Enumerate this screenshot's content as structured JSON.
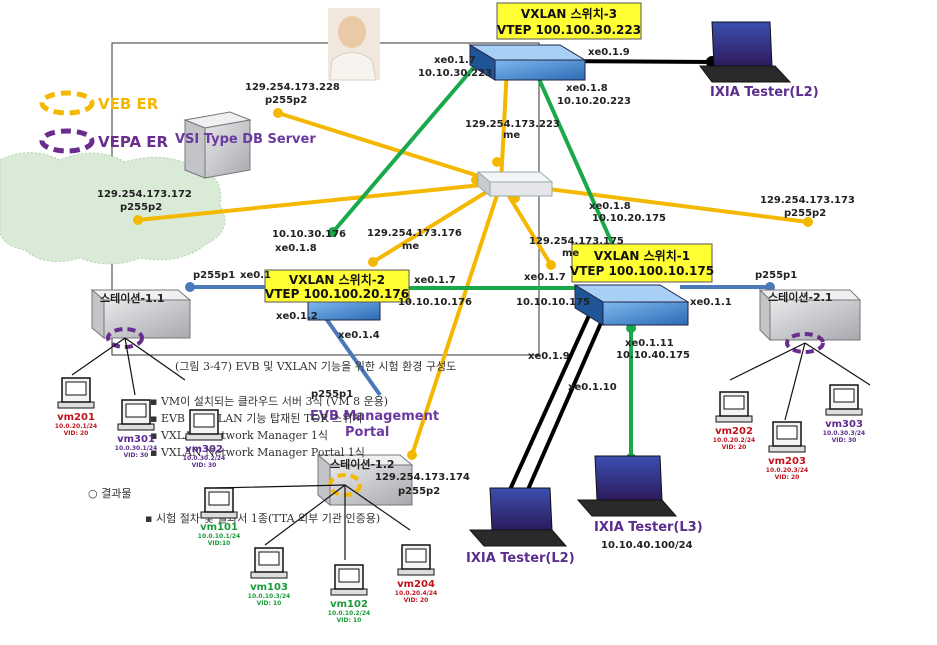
{
  "colors": {
    "veb": "#f5b800",
    "vepa": "#6a2d8e",
    "vxlan": "#19a84a",
    "link": "#4a7ab8",
    "tester_link": "#000000"
  },
  "legend": {
    "veb": "VEB  ER",
    "vepa": "VEPA ER"
  },
  "switches": {
    "sw3": {
      "title": "VXLAN 스위치-3",
      "vtep": "VTEP 100.100.30.223"
    },
    "sw2": {
      "title": "VXLAN 스위치-2",
      "vtep": "VTEP 100.100.20.176"
    },
    "sw1": {
      "title": "VXLAN 스위치-1",
      "vtep": "VTEP 100.100.10.175"
    }
  },
  "servers": {
    "db": "VSI Type DB Server",
    "evb": "EVB Management",
    "evb2": "Portal",
    "st11": "스테이션-1.1",
    "st12": "스테이션-1.2",
    "st21": "스테이션-2.1"
  },
  "testers": {
    "l2_top": "IXIA Tester(L2)",
    "l2_bottom": "IXIA Tester(L2)",
    "l3": "IXIA Tester(L3)",
    "l3_ip": "10.10.40.100/24"
  },
  "labels": {
    "a1": "xe0.1.7",
    "a2": "10.10.30.223",
    "a3": "xe0.1.9",
    "a4": "xe0.1.8",
    "a5": "10.10.20.223",
    "a6": "129.254.173.228",
    "a7": "p255p2",
    "a8": "129.254.173.223",
    "a9": "me",
    "a10": "129.254.173.172",
    "a11": "p255p2",
    "a12": "129.254.173.173",
    "a13": "p255p2",
    "a14": "xe0.1.8",
    "a15": "10.10.20.175",
    "a16": "10.10.30.176",
    "a17": "xe0.1.8",
    "a18": "129.254.173.176",
    "a19": "me",
    "a20": "129.254.173.175",
    "a21": "me",
    "a22": "p255p1",
    "a23": "xe0.1",
    "a24": "xe0.1.7",
    "a25": "10.10.10.176",
    "a26": "xe0.1.7",
    "a27": "10.10.10.175",
    "a28": "xe0.1.1",
    "a29": "p255p1",
    "a30": "xe0.1.2",
    "a31": "xe0.1.4",
    "a32": "xe0.1.11",
    "a33": "10.10.40.175",
    "a34": "xe0.1.9",
    "a35": "xe0.1.10",
    "a36": "p255p1",
    "a37": "129.254.173.174",
    "a38": "p255p2"
  },
  "vms": [
    {
      "name": "vm201",
      "ip": "10.0.20.1/24",
      "vid": "VID: 20"
    },
    {
      "name": "vm301",
      "ip": "10.0.30.1/24",
      "vid": "VID: 30"
    },
    {
      "name": "vm302",
      "ip": "10.0.30.2/24",
      "vid": "VID: 30"
    },
    {
      "name": "vm101",
      "ip": "10.0.10.1/24",
      "vid": "VID:10"
    },
    {
      "name": "vm103",
      "ip": "10.0.10.3/24",
      "vid": "VID: 10"
    },
    {
      "name": "vm102",
      "ip": "10.0.10.2/24",
      "vid": "VID: 10"
    },
    {
      "name": "vm204",
      "ip": "10.0.20.4/24",
      "vid": "VID: 20"
    },
    {
      "name": "vm202",
      "ip": "10.0.20.2/24",
      "vid": "VID: 20"
    },
    {
      "name": "vm203",
      "ip": "10.0.20.3/24",
      "vid": "VID: 20"
    },
    {
      "name": "vm303",
      "ip": "10.0.30.3/24",
      "vid": "VID: 30"
    }
  ],
  "document": {
    "caption": "(그림 3-47) EVB 및 VXLAN 기능을 위한 시험 환경 구성도",
    "b1": "VM이 설치되는 클라우드 서버 3식 (VM 8 운용)",
    "b2": "EVB 및 VXLAN 기능 탑재된 TOR 스위치",
    "b3": "VXLAN Network Manager 1식",
    "b4": "VXLAN Network Manager Portal 1식",
    "results": "결과물",
    "b5": "시험 절차 및 결과서 1종(TTA 외부 기관 인증용)"
  }
}
